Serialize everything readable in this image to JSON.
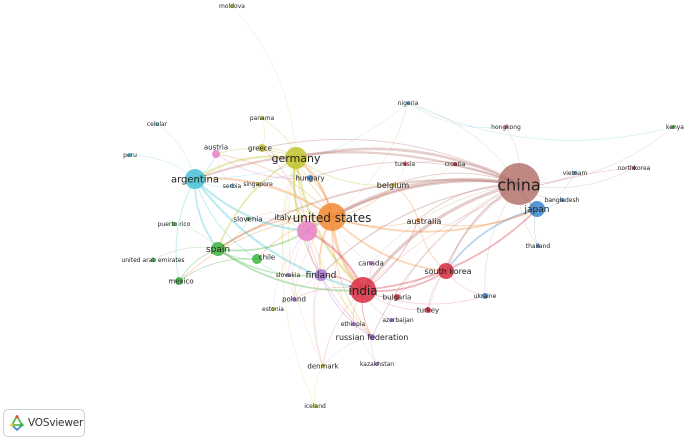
{
  "app": {
    "name": "VOSviewer"
  },
  "network": {
    "clusters": {
      "red": "#d62d3f",
      "green": "#3db33d",
      "blue": "#3a86cc",
      "yellow": "#bfc42c",
      "purple": "#a873d6",
      "cyan": "#45c2d6",
      "orange": "#f08a33",
      "brown": "#b5736c",
      "pink": "#e880c8"
    },
    "nodes": [
      {
        "id": "china",
        "label": "china",
        "cluster": "brown",
        "weight": 10
      },
      {
        "id": "united-states",
        "label": "united states",
        "cluster": "orange",
        "weight": 8
      },
      {
        "id": "india",
        "label": "india",
        "cluster": "red",
        "weight": 7
      },
      {
        "id": "germany",
        "label": "germany",
        "cluster": "yellow",
        "weight": 6
      },
      {
        "id": "argentina",
        "label": "argentina",
        "cluster": "cyan",
        "weight": 5
      },
      {
        "id": "japan",
        "label": "japan",
        "cluster": "blue",
        "weight": 4
      },
      {
        "id": "south-korea",
        "label": "south korea",
        "cluster": "red",
        "weight": 4
      },
      {
        "id": "spain",
        "label": "spain",
        "cluster": "green",
        "weight": 4
      },
      {
        "id": "italy",
        "label": "italy",
        "cluster": "pink",
        "weight": 5
      },
      {
        "id": "finland",
        "label": "finland",
        "cluster": "purple",
        "weight": 3
      },
      {
        "id": "australia",
        "label": "australia",
        "cluster": "orange",
        "weight": 2
      },
      {
        "id": "belgium",
        "label": "belgium",
        "cluster": "yellow",
        "weight": 2
      },
      {
        "id": "hungary",
        "label": "hungary",
        "cluster": "blue",
        "weight": 2
      },
      {
        "id": "russian-federation",
        "label": "russian federation",
        "cluster": "purple",
        "weight": 2
      },
      {
        "id": "greece",
        "label": "greece",
        "cluster": "yellow",
        "weight": 2
      },
      {
        "id": "austria",
        "label": "austria",
        "cluster": "pink",
        "weight": 2
      },
      {
        "id": "chile",
        "label": "chile",
        "cluster": "green",
        "weight": 2
      },
      {
        "id": "mexico",
        "label": "mexico",
        "cluster": "green",
        "weight": 2
      },
      {
        "id": "denmark",
        "label": "denmark",
        "cluster": "yellow",
        "weight": 1
      },
      {
        "id": "canada",
        "label": "canada",
        "cluster": "purple",
        "weight": 1
      },
      {
        "id": "bulgaria",
        "label": "bulgaria",
        "cluster": "red",
        "weight": 1
      },
      {
        "id": "turkey",
        "label": "turkey",
        "cluster": "red",
        "weight": 1
      },
      {
        "id": "poland",
        "label": "poland",
        "cluster": "purple",
        "weight": 1
      },
      {
        "id": "slovakia",
        "label": "slovakia",
        "cluster": "purple",
        "weight": 1
      },
      {
        "id": "slovenia",
        "label": "slovenia",
        "cluster": "green",
        "weight": 1
      },
      {
        "id": "estonia",
        "label": "estonia",
        "cluster": "yellow",
        "weight": 1
      },
      {
        "id": "ethiopia",
        "label": "ethiopia",
        "cluster": "purple",
        "weight": 1
      },
      {
        "id": "azerbaijan",
        "label": "azerbaijan",
        "cluster": "purple",
        "weight": 1
      },
      {
        "id": "kazakhstan",
        "label": "kazakhstan",
        "cluster": "purple",
        "weight": 1
      },
      {
        "id": "ukraine",
        "label": "ukraine",
        "cluster": "blue",
        "weight": 1
      },
      {
        "id": "thailand",
        "label": "thailand",
        "cluster": "blue",
        "weight": 1
      },
      {
        "id": "bangladesh",
        "label": "bangladesh",
        "cluster": "blue",
        "weight": 1
      },
      {
        "id": "vietnam",
        "label": "vietnam",
        "cluster": "blue",
        "weight": 1
      },
      {
        "id": "northkorea",
        "label": "northkorea",
        "cluster": "red",
        "weight": 1
      },
      {
        "id": "kenya",
        "label": "kenya",
        "cluster": "green",
        "weight": 1
      },
      {
        "id": "hongkong",
        "label": "hongkong",
        "cluster": "brown",
        "weight": 1
      },
      {
        "id": "tunisia",
        "label": "tunisia",
        "cluster": "red",
        "weight": 1
      },
      {
        "id": "croatia",
        "label": "croatia",
        "cluster": "red",
        "weight": 1
      },
      {
        "id": "nigeria",
        "label": "nigeria",
        "cluster": "cyan",
        "weight": 1
      },
      {
        "id": "panama",
        "label": "panama",
        "cluster": "yellow",
        "weight": 1
      },
      {
        "id": "moldova",
        "label": "moldova",
        "cluster": "yellow",
        "weight": 1
      },
      {
        "id": "celular",
        "label": "celular",
        "cluster": "cyan",
        "weight": 1
      },
      {
        "id": "peru",
        "label": "peru",
        "cluster": "cyan",
        "weight": 1
      },
      {
        "id": "serbia",
        "label": "serbia",
        "cluster": "cyan",
        "weight": 1
      },
      {
        "id": "singapore",
        "label": "singapore",
        "cluster": "yellow",
        "weight": 1
      },
      {
        "id": "puerto-rico",
        "label": "puerto rico",
        "cluster": "green",
        "weight": 1
      },
      {
        "id": "united-arab-emirates",
        "label": "united arab emirates",
        "cluster": "green",
        "weight": 1
      },
      {
        "id": "iceland",
        "label": "iceland",
        "cluster": "yellow",
        "weight": 1
      }
    ],
    "edges": [
      [
        "china",
        "united-states"
      ],
      [
        "china",
        "india"
      ],
      [
        "china",
        "germany"
      ],
      [
        "china",
        "japan"
      ],
      [
        "china",
        "south-korea"
      ],
      [
        "china",
        "australia"
      ],
      [
        "china",
        "italy"
      ],
      [
        "china",
        "spain"
      ],
      [
        "china",
        "argentina"
      ],
      [
        "china",
        "hongkong"
      ],
      [
        "china",
        "vietnam"
      ],
      [
        "china",
        "bangladesh"
      ],
      [
        "china",
        "northkorea"
      ],
      [
        "china",
        "kenya"
      ],
      [
        "china",
        "thailand"
      ],
      [
        "china",
        "finland"
      ],
      [
        "china",
        "belgium"
      ],
      [
        "china",
        "croatia"
      ],
      [
        "china",
        "tunisia"
      ],
      [
        "china",
        "russian-federation"
      ],
      [
        "china",
        "canada"
      ],
      [
        "china",
        "ukraine"
      ],
      [
        "china",
        "greece"
      ],
      [
        "china",
        "hungary"
      ],
      [
        "china",
        "nigeria"
      ],
      [
        "china",
        "bulgaria"
      ],
      [
        "china",
        "turkey"
      ],
      [
        "united-states",
        "germany"
      ],
      [
        "united-states",
        "india"
      ],
      [
        "united-states",
        "italy"
      ],
      [
        "united-states",
        "spain"
      ],
      [
        "united-states",
        "argentina"
      ],
      [
        "united-states",
        "japan"
      ],
      [
        "united-states",
        "south-korea"
      ],
      [
        "united-states",
        "finland"
      ],
      [
        "united-states",
        "australia"
      ],
      [
        "united-states",
        "belgium"
      ],
      [
        "united-states",
        "canada"
      ],
      [
        "united-states",
        "chile"
      ],
      [
        "united-states",
        "mexico"
      ],
      [
        "united-states",
        "denmark"
      ],
      [
        "united-states",
        "poland"
      ],
      [
        "united-states",
        "russian-federation"
      ],
      [
        "united-states",
        "hungary"
      ],
      [
        "united-states",
        "greece"
      ],
      [
        "united-states",
        "austria"
      ],
      [
        "united-states",
        "nigeria"
      ],
      [
        "united-states",
        "panama"
      ],
      [
        "united-states",
        "slovenia"
      ],
      [
        "united-states",
        "kazakhstan"
      ],
      [
        "germany",
        "argentina"
      ],
      [
        "germany",
        "spain"
      ],
      [
        "germany",
        "italy"
      ],
      [
        "germany",
        "india"
      ],
      [
        "germany",
        "moldova"
      ],
      [
        "germany",
        "greece"
      ],
      [
        "germany",
        "austria"
      ],
      [
        "germany",
        "finland"
      ],
      [
        "germany",
        "denmark"
      ],
      [
        "germany",
        "belgium"
      ],
      [
        "germany",
        "hungary"
      ],
      [
        "germany",
        "panama"
      ],
      [
        "germany",
        "iceland"
      ],
      [
        "germany",
        "poland"
      ],
      [
        "germany",
        "russian-federation"
      ],
      [
        "argentina",
        "spain"
      ],
      [
        "argentina",
        "italy"
      ],
      [
        "argentina",
        "austria"
      ],
      [
        "argentina",
        "celular"
      ],
      [
        "argentina",
        "peru"
      ],
      [
        "argentina",
        "serbia"
      ],
      [
        "argentina",
        "nigeria"
      ],
      [
        "argentina",
        "mexico"
      ],
      [
        "argentina",
        "chile"
      ],
      [
        "argentina",
        "india"
      ],
      [
        "spain",
        "italy"
      ],
      [
        "spain",
        "mexico"
      ],
      [
        "spain",
        "chile"
      ],
      [
        "spain",
        "puerto-rico"
      ],
      [
        "spain",
        "united-arab-emirates"
      ],
      [
        "spain",
        "slovenia"
      ],
      [
        "spain",
        "india"
      ],
      [
        "spain",
        "finland"
      ],
      [
        "india",
        "south-korea"
      ],
      [
        "india",
        "japan"
      ],
      [
        "india",
        "finland"
      ],
      [
        "india",
        "bulgaria"
      ],
      [
        "india",
        "turkey"
      ],
      [
        "india",
        "canada"
      ],
      [
        "india",
        "russian-federation"
      ],
      [
        "india",
        "ethiopia"
      ],
      [
        "india",
        "azerbaijan"
      ],
      [
        "india",
        "italy"
      ],
      [
        "india",
        "australia"
      ],
      [
        "india",
        "ukraine"
      ],
      [
        "india",
        "poland"
      ],
      [
        "india",
        "denmark"
      ],
      [
        "japan",
        "south-korea"
      ],
      [
        "japan",
        "thailand"
      ],
      [
        "japan",
        "vietnam"
      ],
      [
        "japan",
        "bangladesh"
      ],
      [
        "italy",
        "finland"
      ],
      [
        "italy",
        "slovenia"
      ],
      [
        "italy",
        "slovakia"
      ],
      [
        "italy",
        "greece"
      ],
      [
        "italy",
        "poland"
      ],
      [
        "italy",
        "estonia"
      ],
      [
        "italy",
        "russian-federation"
      ],
      [
        "finland",
        "russian-federation"
      ],
      [
        "finland",
        "poland"
      ],
      [
        "finland",
        "denmark"
      ],
      [
        "russian-federation",
        "kazakhstan"
      ],
      [
        "russian-federation",
        "denmark"
      ],
      [
        "south-korea",
        "bulgaria"
      ],
      [
        "south-korea",
        "ukraine"
      ],
      [
        "south-korea",
        "turkey"
      ],
      [
        "australia",
        "belgium"
      ],
      [
        "australia",
        "south-korea"
      ],
      [
        "australia",
        "japan"
      ],
      [
        "greece",
        "panama"
      ],
      [
        "austria",
        "serbia"
      ],
      [
        "austria",
        "hungary"
      ],
      [
        "hungary",
        "singapore"
      ],
      [
        "denmark",
        "iceland"
      ],
      [
        "chile",
        "mexico"
      ],
      [
        "chile",
        "slovakia"
      ],
      [
        "belgium",
        "croatia"
      ],
      [
        "belgium",
        "tunisia"
      ],
      [
        "nigeria",
        "hongkong"
      ],
      [
        "nigeria",
        "kenya"
      ],
      [
        "northkorea",
        "india"
      ]
    ]
  }
}
